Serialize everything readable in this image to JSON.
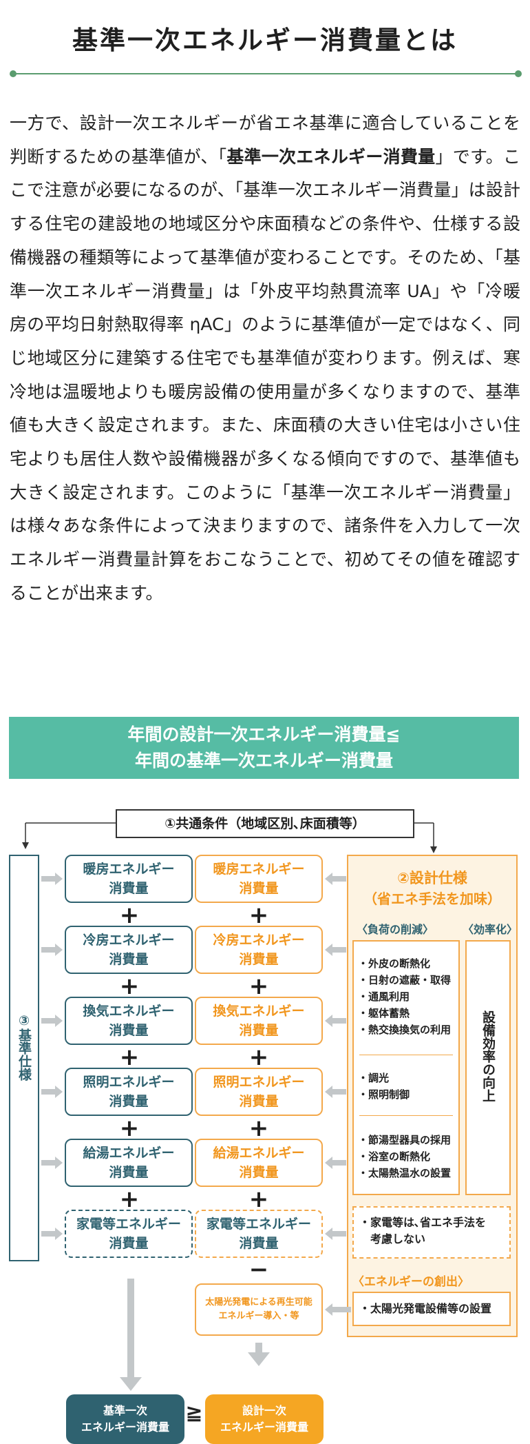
{
  "title": "基準一次エネルギー消費量とは",
  "paragraph": {
    "part1": "一方で、設計一次エネルギーが省エネ基準に適合していることを判断するための基準値が、「",
    "bold": "基準一次エネルギー消費量",
    "part2": "」です。ここで注意が必要になるのが、「基準一次エネルギー消費量」は設計する住宅の建設地の地域区分や床面積などの条件や、仕様する設備機器の種類等によって基準値が変わることです。そのため、「基準一次エネルギー消費量」は「外皮平均熱貫流率 UA」や「冷暖房の平均日射熱取得率 ηAC」のように基準値が一定ではなく、同じ地域区分に建築する住宅でも基準値が変わります。例えば、寒冷地は温暖地よりも暖房設備の使用量が多くなりますので、基準値も大きく設定されます。また、床面積の大きい住宅は小さい住宅よりも居住人数や設備機器が多くなる傾向ですので、基準値も大きく設定されます。このように「基準一次エネルギー消費量」は様々あな条件によって決まりますので、諸条件を入力して一次エネルギー消費量計算をおこなうことで、初めてその値を確認することが出来ます。"
  },
  "banner": {
    "line1": "年間の設計一次エネルギー消費量≦",
    "line2": "年間の基準一次エネルギー消費量"
  },
  "diagram": {
    "common": "①共通条件（地域区別､床面積等）",
    "standard_label": "③基準仕様",
    "design_spec_title": "②設計仕様",
    "design_spec_sub": "（省エネ手法を加味）",
    "load_header": "〈負荷の削減〉",
    "eff_header": "〈効率化〉",
    "eff_text": "設備効率の向上",
    "load_groups": [
      [
        "・外皮の断熱化",
        "・日射の遮蔽・取得",
        "・通風利用",
        "・躯体蓄熱",
        "・熱交換換気の利用"
      ],
      [
        "・調光",
        "・照明制御"
      ],
      [
        "・節湯型器具の採用",
        "・浴室の断熱化",
        "・太陽熱温水の設置"
      ]
    ],
    "appliance_note_1": "・家電等は､省エネ手法を",
    "appliance_note_2": "考慮しない",
    "creation_header": "〈エネルギーの創出〉",
    "creation_item": "・太陽光発電設備等の設置",
    "rows": [
      {
        "line1": "暖房エネルギー",
        "line2": "消費量"
      },
      {
        "line1": "冷房エネルギー",
        "line2": "消費量"
      },
      {
        "line1": "換気エネルギー",
        "line2": "消費量"
      },
      {
        "line1": "照明エネルギー",
        "line2": "消費量"
      },
      {
        "line1": "給湯エネルギー",
        "line2": "消費量"
      },
      {
        "line1": "家電等エネルギー",
        "line2": "消費量"
      }
    ],
    "plus": "+",
    "minus": "−",
    "solar_line1": "太陽光発電による再生可能",
    "solar_line2": "エネルギー導入・等",
    "result_std_1": "基準一次",
    "result_std_2": "エネルギー消費量",
    "result_design_1": "設計一次",
    "result_design_2": "エネルギー消費量",
    "geq": "≧",
    "colors": {
      "green_rule": "#5a9c6e",
      "banner": "#56bca4",
      "dark": "#2f6270",
      "orange": "#f1961e",
      "orange_border": "#f3a84a",
      "orange_bg": "#fdf3e2",
      "arrow_gray": "#c3c7c9"
    }
  }
}
